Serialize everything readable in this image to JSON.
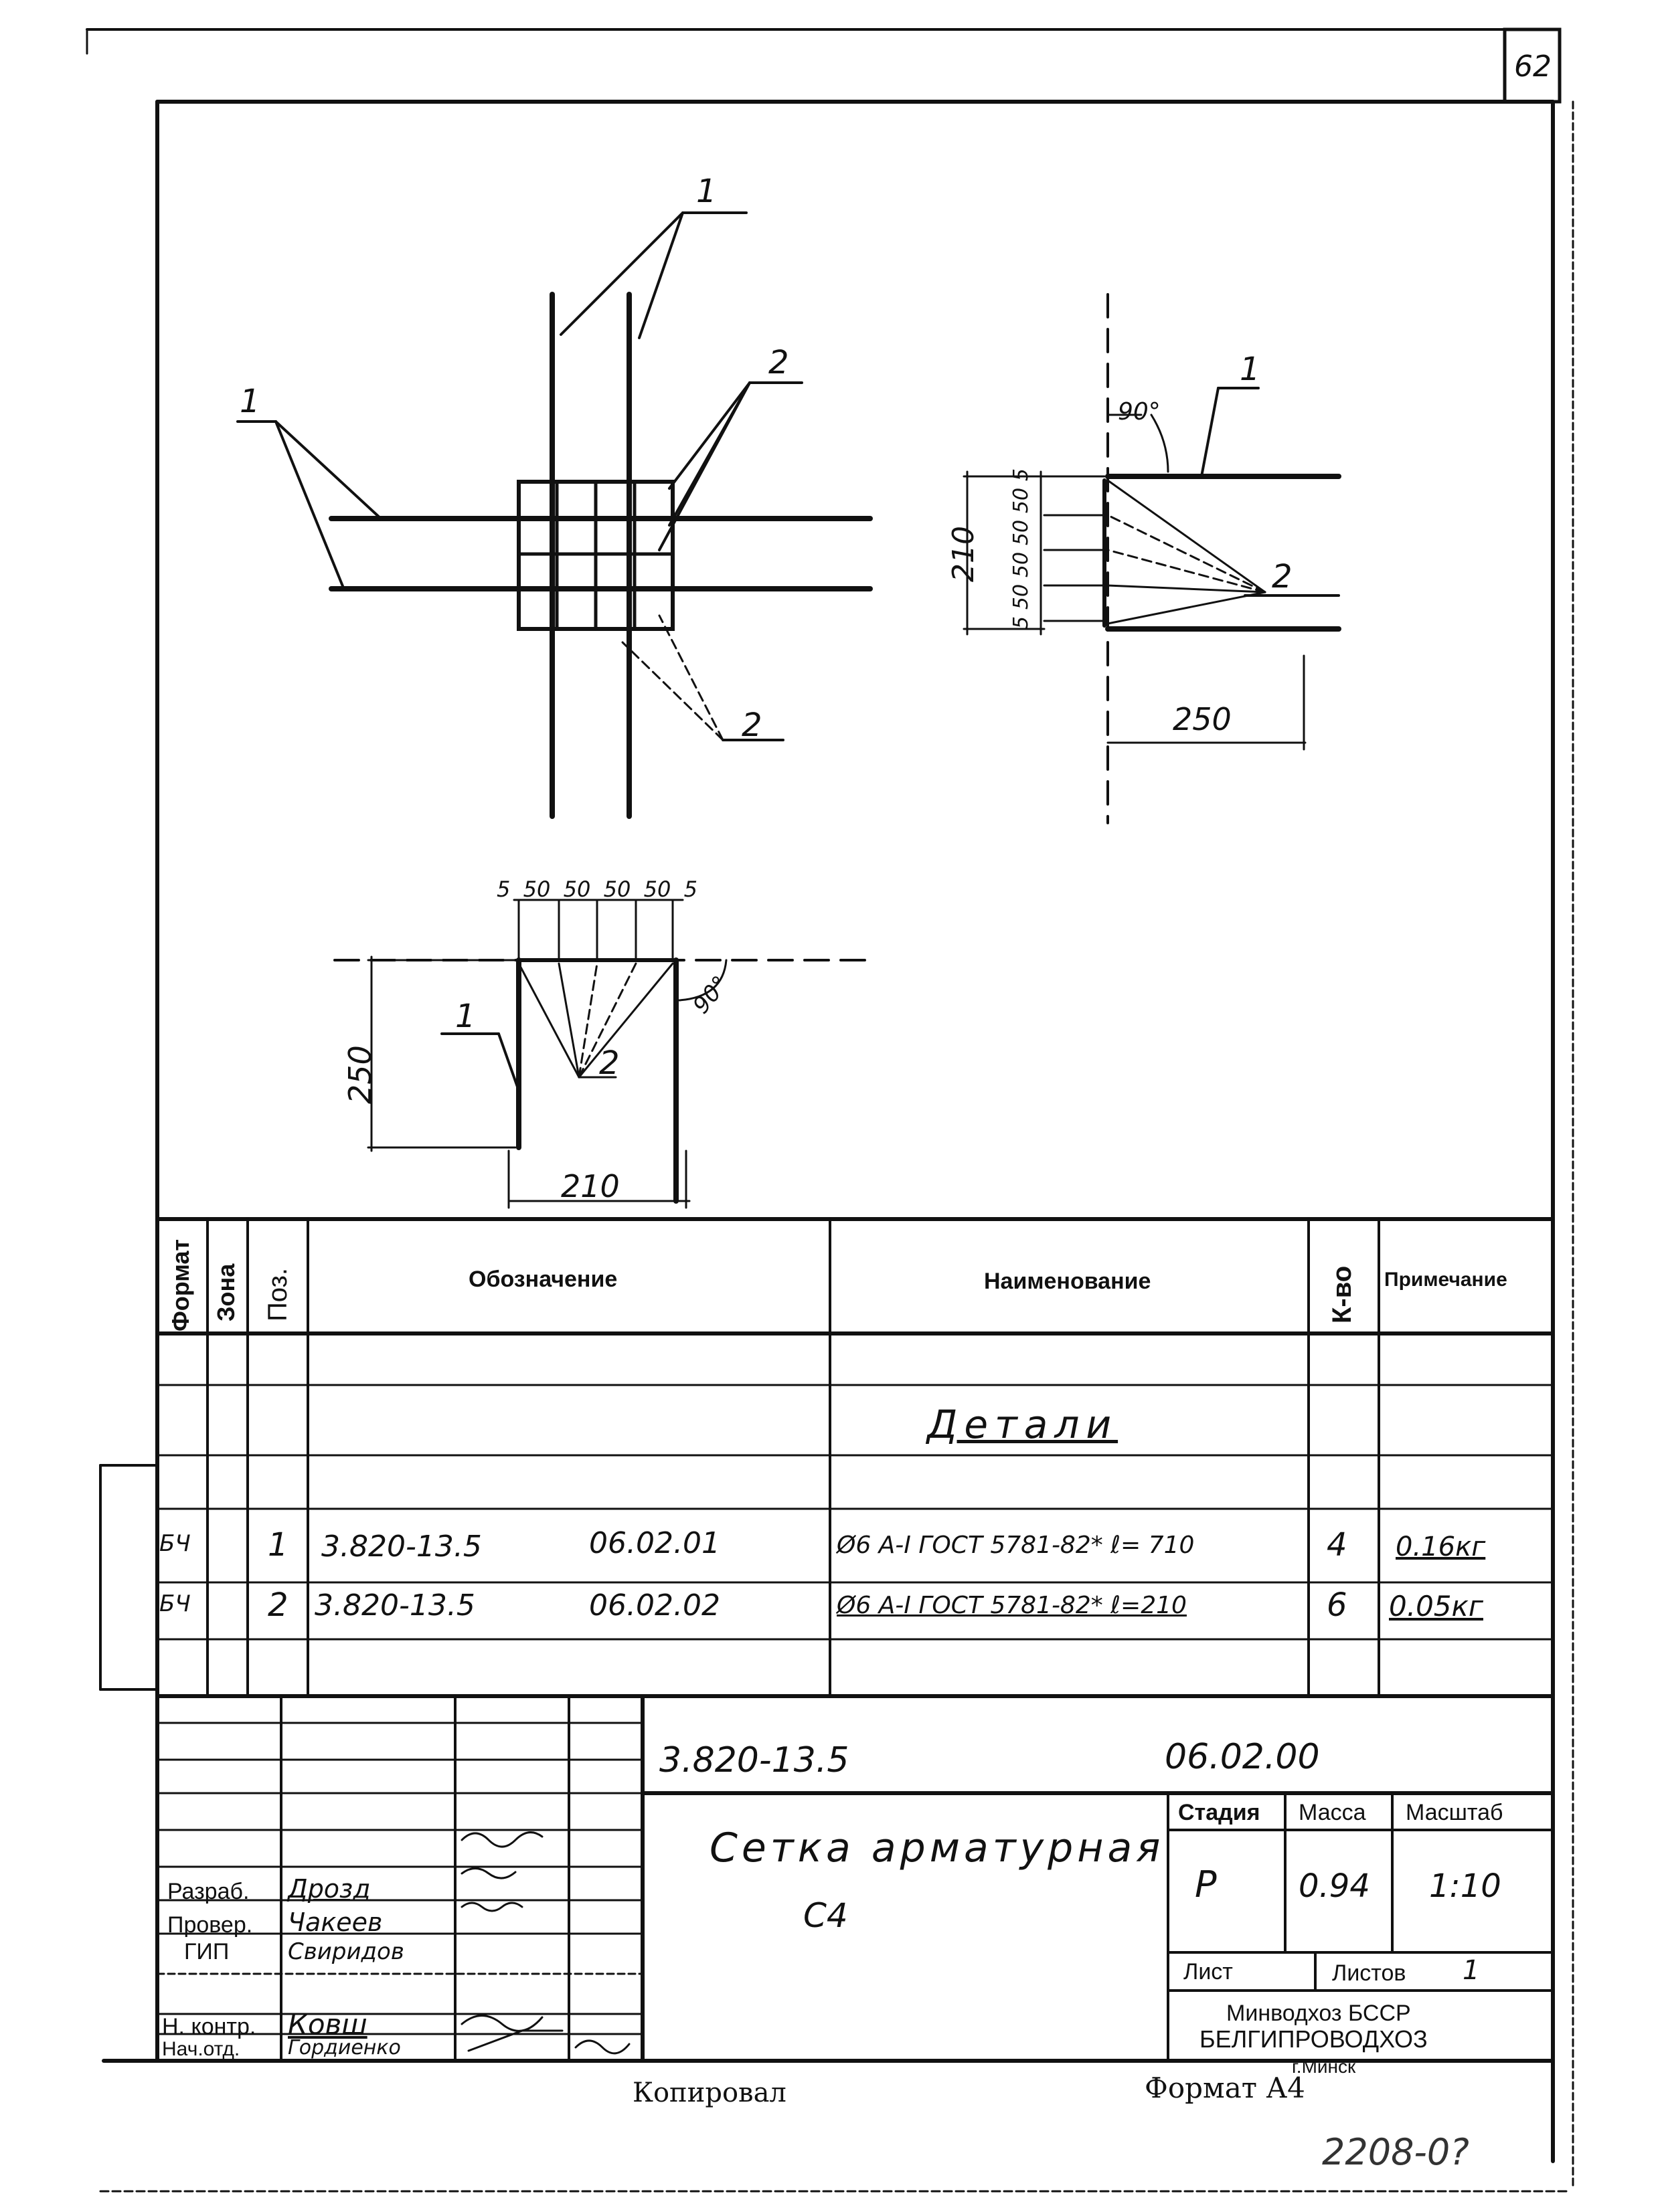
{
  "page_number": "62",
  "drawing": {
    "callouts": {
      "pos1": "1",
      "pos2": "2"
    },
    "plan_view": {
      "label_pos1": "1",
      "label_pos2_top": "2",
      "label_pos2_bottom": "2"
    },
    "side_view": {
      "angle": "90°",
      "label_pos1": "1",
      "label_pos2": "2",
      "dim_total": "210",
      "dim_spacing": [
        "5",
        "50",
        "50",
        "50",
        "50",
        "5"
      ],
      "dim_length": "250"
    },
    "front_view": {
      "dim_spacing": [
        "5",
        "50",
        "50",
        "50",
        "50",
        "5"
      ],
      "angle": "90°",
      "label_pos1": "1",
      "label_pos2": "2",
      "dim_height": "250",
      "dim_width": "210"
    }
  },
  "spec_table": {
    "headers": {
      "format": "Формат",
      "zone": "Зона",
      "pos": "Поз.",
      "designation": "Обозначение",
      "name": "Наименование",
      "qty": "К-во",
      "note": "Примечание"
    },
    "section_title": "Детали",
    "rows": [
      {
        "format": "БЧ",
        "pos": "1",
        "designation_code": "3.820-13.5",
        "designation_num": "06.02.01",
        "name": "Ø6 A-I ГОСТ 5781-82* ℓ= 710",
        "qty": "4",
        "note": "0.16кг"
      },
      {
        "format": "БЧ",
        "pos": "2",
        "designation_code": "3.820-13.5",
        "designation_num": "06.02.02",
        "name": "Ø6 A-I ГОСТ 5781-82* ℓ=210",
        "qty": "6",
        "note": "0.05кг"
      }
    ]
  },
  "title_block": {
    "doc_code": "3.820-13.5",
    "doc_num": "06.02.00",
    "title_line1": "Сетка арматурная",
    "title_line2": "С4",
    "stage_label": "Стадия",
    "mass_label": "Масса",
    "scale_label": "Масштаб",
    "stage_value": "Р",
    "mass_value": "0.94",
    "scale_value": "1:10",
    "sheet_label": "Лист",
    "sheets_label": "Листов",
    "sheets_value": "1",
    "org_line1": "Минводхоз БССР",
    "org_line2": "БЕЛГИПРОВОДХОЗ",
    "org_line3": "г.Минск",
    "roles": [
      {
        "role": "Разраб.",
        "name": "Дрозд"
      },
      {
        "role": "Провер.",
        "name": "Чакеев"
      },
      {
        "role": "ГИП",
        "name": "Свиридов"
      },
      {
        "role": "",
        "name": ""
      },
      {
        "role": "Н. контр.",
        "name": "Ковш"
      },
      {
        "role": "Нач.отд.",
        "name": "Гордиенко"
      }
    ]
  },
  "footer": {
    "copied": "Копировал",
    "format": "Формат А4",
    "inventory": "2208-0?"
  }
}
